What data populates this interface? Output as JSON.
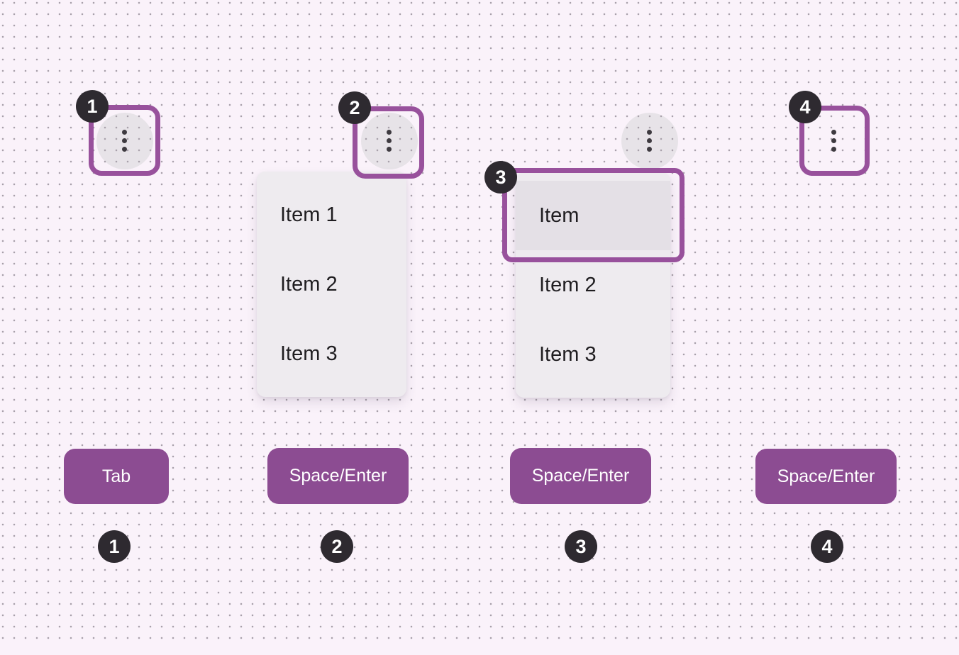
{
  "colors": {
    "page_bg": "#faf2fa",
    "dot": "#a9a1ab",
    "ring": "#98519c",
    "key": "#8c4c92",
    "badge": "#2e2a30",
    "menu": "#eeebef",
    "focus_item": "#e4e0e6",
    "circle": "#e7e3e8",
    "kdot": "#3e3a40",
    "text": "#1f1d20"
  },
  "icons": {
    "trigger": "kebab-icon"
  },
  "steps": [
    {
      "badge": "1",
      "key": "Tab",
      "bottom_badge": "1"
    },
    {
      "badge": "2",
      "key": "Space/Enter",
      "bottom_badge": "2",
      "menu": {
        "items": [
          "Item 1",
          "Item 2",
          "Item 3"
        ]
      }
    },
    {
      "badge": "3",
      "key": "Space/Enter",
      "bottom_badge": "3",
      "menu": {
        "items": [
          "Item",
          "Item 2",
          "Item 3"
        ],
        "focused_item": "Item"
      }
    },
    {
      "badge": "4",
      "key": "Space/Enter",
      "bottom_badge": "4"
    }
  ]
}
